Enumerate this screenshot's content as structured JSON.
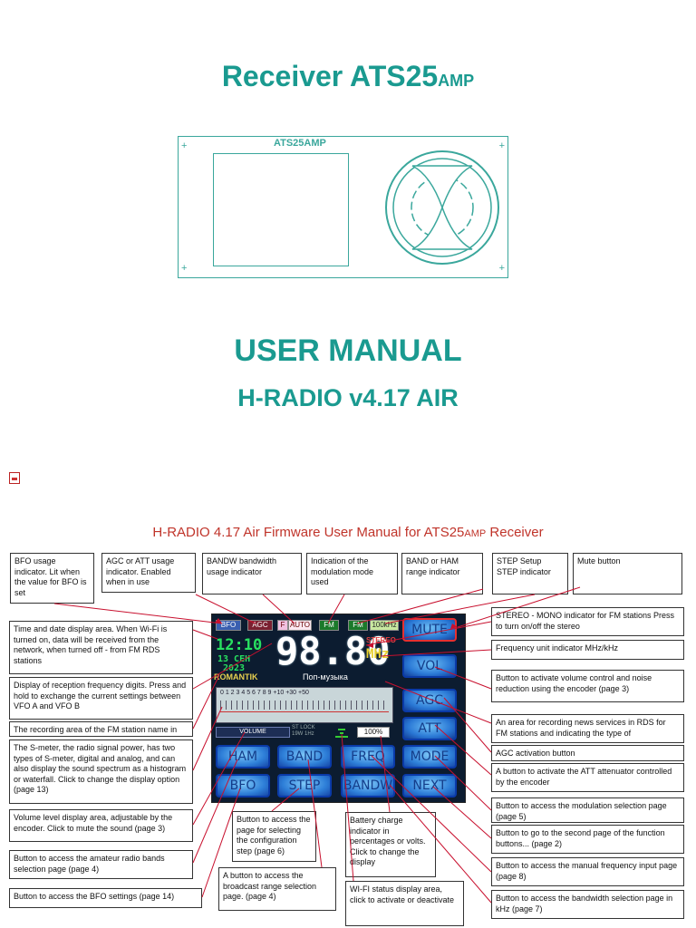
{
  "header": {
    "title": "Receiver ATS25",
    "title_suffix": "AMP",
    "device_brand": "ATS25AMP",
    "manual_title": "USER MANUAL",
    "version": "H-RADIO v4.17 AIR"
  },
  "subtitle": {
    "text": "H-RADIO 4.17 Air Firmware User Manual for ATS25",
    "suffix": "AMP",
    "text_end": " Receiver"
  },
  "callouts_top": [
    "BFO usage indicator. Lit when the value for BFO is set",
    "AGC or ATT usage indicator. Enabled when in use",
    "BANDW bandwidth usage indicator",
    "Indication of the modulation mode used",
    "BAND or HAM range indicator",
    "STEP Setup STEP indicator",
    "Mute button"
  ],
  "callouts_left": [
    "Time and date display area. When Wi-Fi is turned on, data will be received from the network, when turned off - from FM RDS stations",
    "Display of reception frequency digits. Press and hold to exchange the current settings between VFO A and VFO B",
    "The recording area of the FM station name in",
    "The S-meter, the radio signal power, has two types of S-meter, digital and analog, and can also display the sound spectrum as a histogram or waterfall. Click to change the display option (page 13)",
    "Volume level display area, adjustable by the encoder. Click to mute the sound (page 3)",
    "Button to access the amateur radio bands selection page (page 4)",
    "Button to access the BFO settings (page 14)"
  ],
  "callouts_bottom": [
    "Button to access the page for selecting the configuration step (page 6)",
    "A button to access the broadcast range selection page. (page 4)",
    "Battery charge indicator in percentages or volts. Click to change the display",
    "WI-FI status display area, click to activate or deactivate"
  ],
  "callouts_right": [
    "STEREO - MONO indicator for FM stations Press to turn on/off the stereo",
    "Frequency unit indicator MHz/kHz",
    "Button to activate volume control and noise reduction using the encoder (page 3)",
    "An area for recording news services in RDS for FM stations and indicating the type of",
    "AGC activation button",
    "A button to activate the ATT attenuator controlled by the encoder",
    "Button to access the modulation selection page (page 5)",
    "Button to go to the second page of the function buttons... (page 2)",
    "Button to access the manual frequency input page (page 8)",
    "Button to access the bandwidth selection page in kHz (page 7)"
  ],
  "screen": {
    "indicators": [
      "BFO",
      "AGC",
      "F",
      "AUTO",
      "FM",
      "FM",
      "100kHz"
    ],
    "time": "12:10",
    "date": "13 СЕН",
    "year": "2023",
    "frequency": "98.80",
    "stereo": "STEREO",
    "unit": "MHz",
    "station_name": "ROMANTIK",
    "rds_text": "Поп-музыка",
    "meter_scale": "0 1 2 3 4 5 6 7 8 9 +10 +30 +50",
    "volume_label": "VOLUME",
    "st_lock": "ST LOCK",
    "bw_text": "19W 1Hz",
    "battery": "100%",
    "buttons_side": [
      "MUTE",
      "VOL",
      "AGC",
      "ATT"
    ],
    "buttons_row1": [
      "HAM",
      "BAND",
      "FREQ",
      "MODE"
    ],
    "buttons_row2": [
      "BFO",
      "STEP",
      "BANDW",
      "NEXT"
    ]
  },
  "colors": {
    "teal_title": "#1a9a90",
    "red_subtitle": "#c0342a",
    "callout_line": "#c8102e"
  }
}
